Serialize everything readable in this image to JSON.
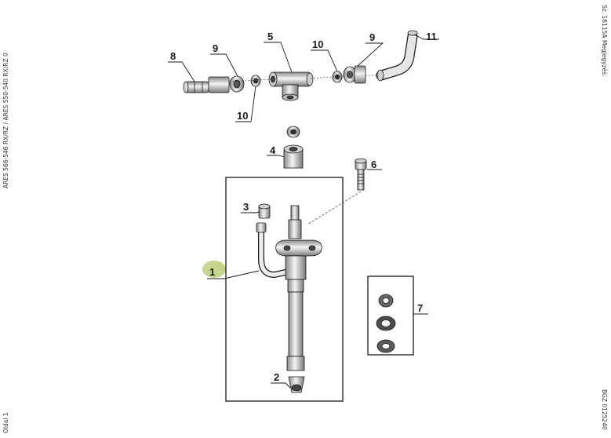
{
  "side_labels": {
    "left_top": "ARES 566-546 RX/RZ / ARES 550-540 RX/RZ 0",
    "left_bottom": "Oldal 1",
    "right_top": "Sz. 16115A   Megjegyzés:",
    "right_bottom": "BGZ 0125240"
  },
  "callouts": {
    "c1": "1",
    "c2": "2",
    "c3": "3",
    "c4": "4",
    "c5": "5",
    "c6": "6",
    "c7": "7",
    "c8": "8",
    "c9a": "9",
    "c9b": "9",
    "c10a": "10",
    "c10b": "10",
    "c11": "11"
  },
  "colors": {
    "line": "#1a1a1a",
    "highlight": "#c5d68f",
    "part_fill": "#e9e9e9",
    "part_dark": "#6e6e6e"
  }
}
